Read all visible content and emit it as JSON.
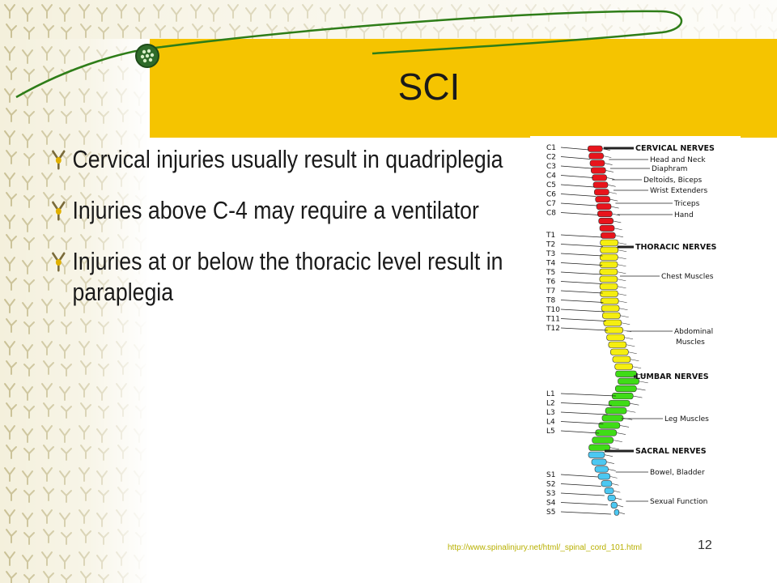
{
  "slide": {
    "title": "SCI",
    "page_number": "12",
    "source_url": "http://www.spinalinjury.net/html/_spinal_cord_101.html"
  },
  "bullets": [
    {
      "text": "Cervical injuries usually result in quadriplegia"
    },
    {
      "text": "Injuries above C-4 may require a ventilator"
    },
    {
      "text": "Injuries at or below the thoracic level result in paraplegia"
    }
  ],
  "spine_diagram": {
    "vertebra_labels": [
      "C1",
      "C2",
      "C3",
      "C4",
      "C5",
      "C6",
      "C7",
      "C8",
      "T1",
      "T2",
      "T3",
      "T4",
      "T5",
      "T6",
      "T7",
      "T8",
      "T10",
      "T11",
      "T12",
      "L1",
      "L2",
      "L3",
      "L4",
      "L5",
      "S1",
      "S2",
      "S3",
      "S4",
      "S5"
    ],
    "headings": [
      "CERVICAL NERVES",
      "THORACIC NERVES",
      "LUMBAR NERVES",
      "SACRAL NERVES"
    ],
    "functions": [
      "Head and Neck",
      "Diaphram",
      "Deltoids, Biceps",
      "Wrist Extenders",
      "Triceps",
      "Hand",
      "Chest Muscles",
      "Abdominal",
      "Muscles",
      "Leg Muscles",
      "Bowel, Bladder",
      "Sexual Function"
    ],
    "colors": {
      "cervical": "#e8141c",
      "thoracic": "#f5ee10",
      "lumbar": "#3fdc16",
      "sacral": "#4cc8f2"
    }
  },
  "theme": {
    "title_bar": "#f5c400",
    "accent_line": "#2e7d18"
  }
}
